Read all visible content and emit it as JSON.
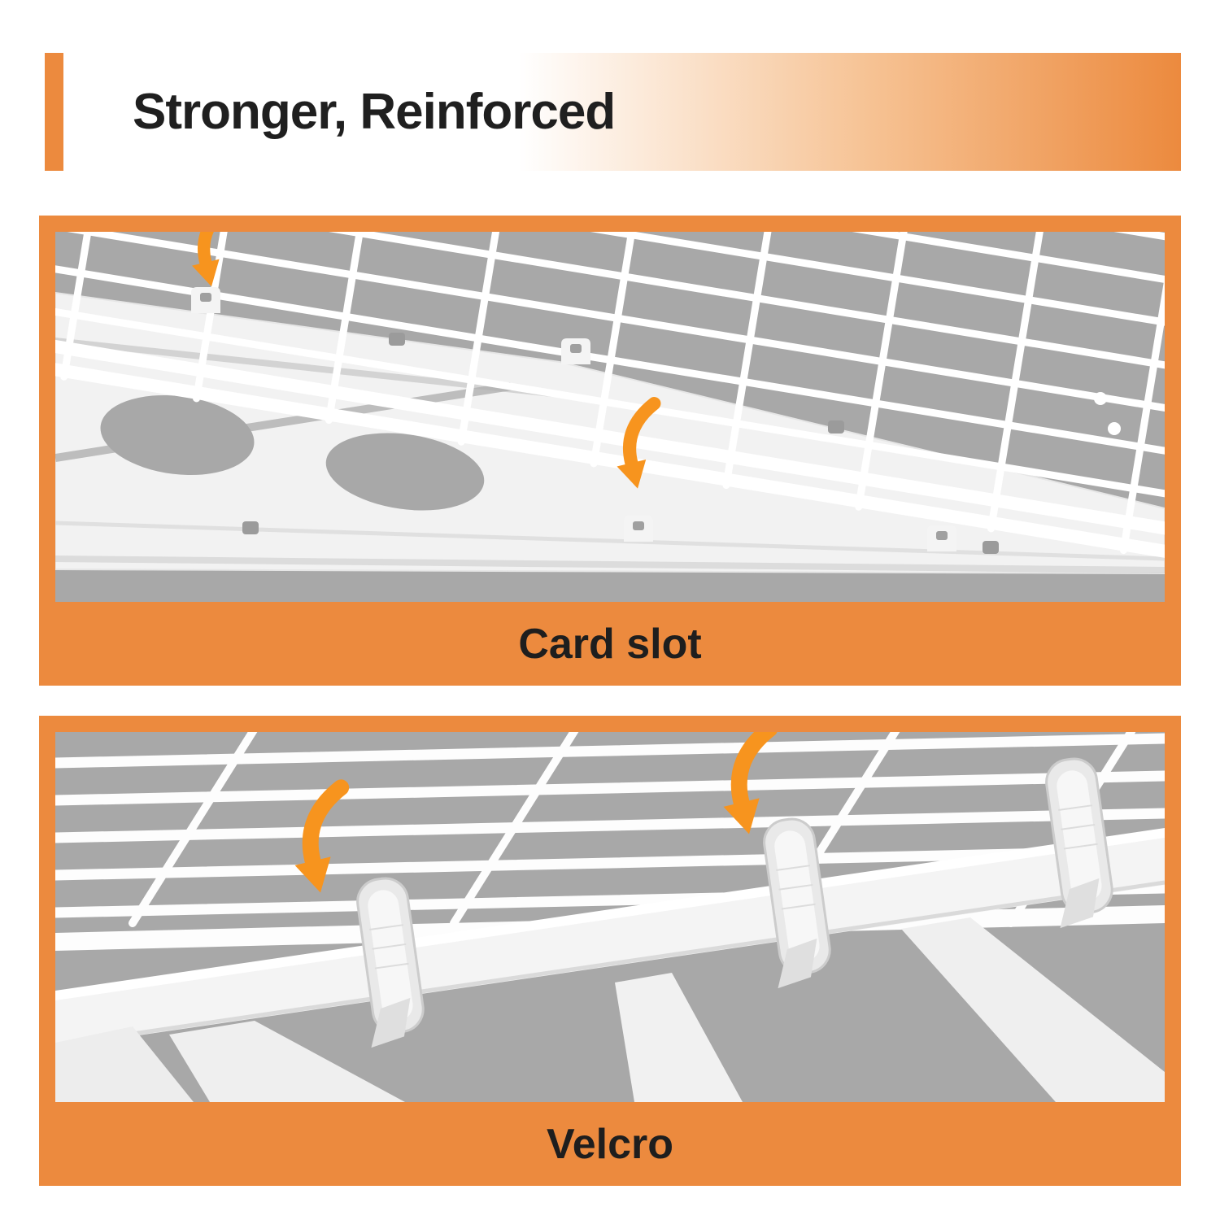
{
  "header": {
    "title": "Stronger, Reinforced"
  },
  "panels": [
    {
      "caption": "Card slot"
    },
    {
      "caption": "Velcro"
    }
  ],
  "colors": {
    "accent_orange": "#EC8A3E",
    "arrow_orange": "#F7941E",
    "illustration_bg": "#A8A8A8",
    "title_text": "#1F1F1F",
    "caption_text": "#1E1E1E"
  }
}
